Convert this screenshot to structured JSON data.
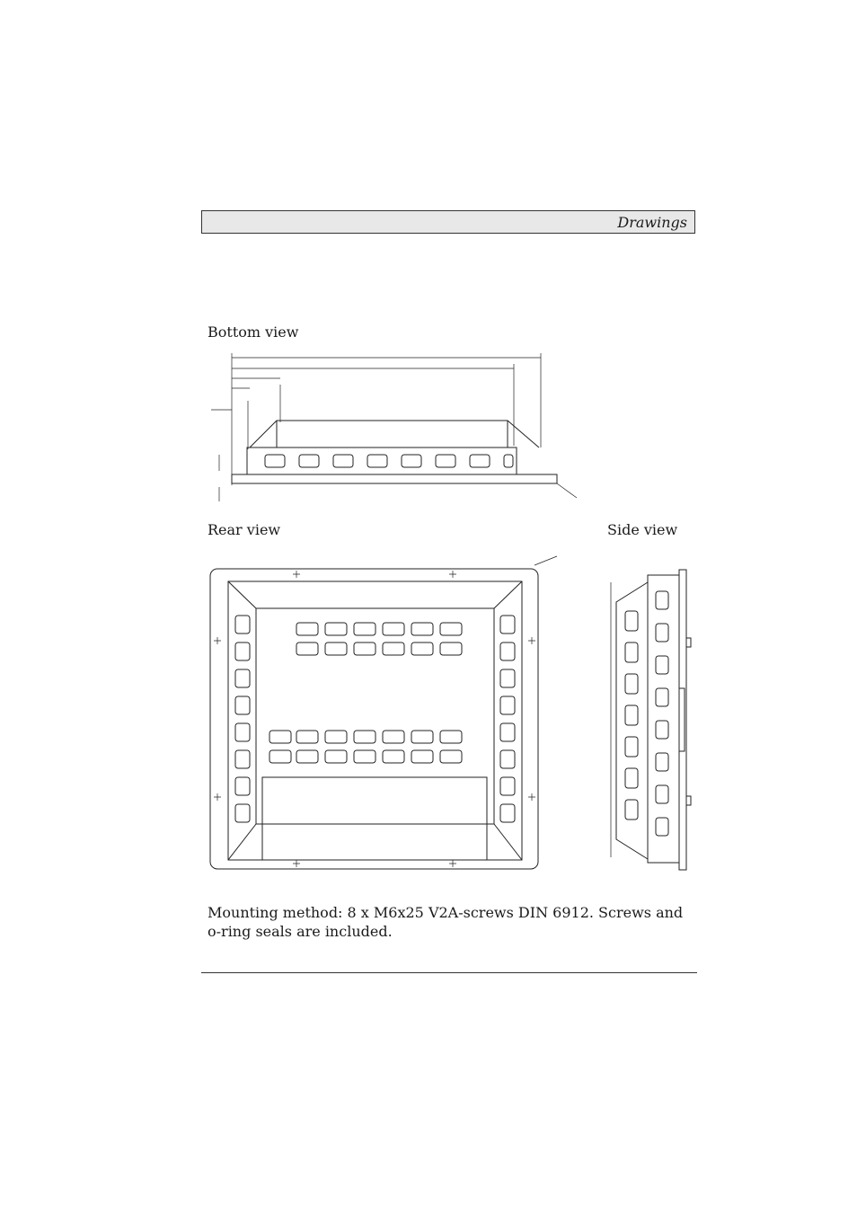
{
  "header": {
    "title": "Drawings"
  },
  "figures": {
    "bottom_view_label": "Bottom view",
    "rear_view_label": "Rear view",
    "side_view_label": "Side view"
  },
  "body": {
    "mounting_text": "Mounting method: 8 x M6x25 V2A-screws DIN 6912. Screws and o-ring seals are included."
  }
}
